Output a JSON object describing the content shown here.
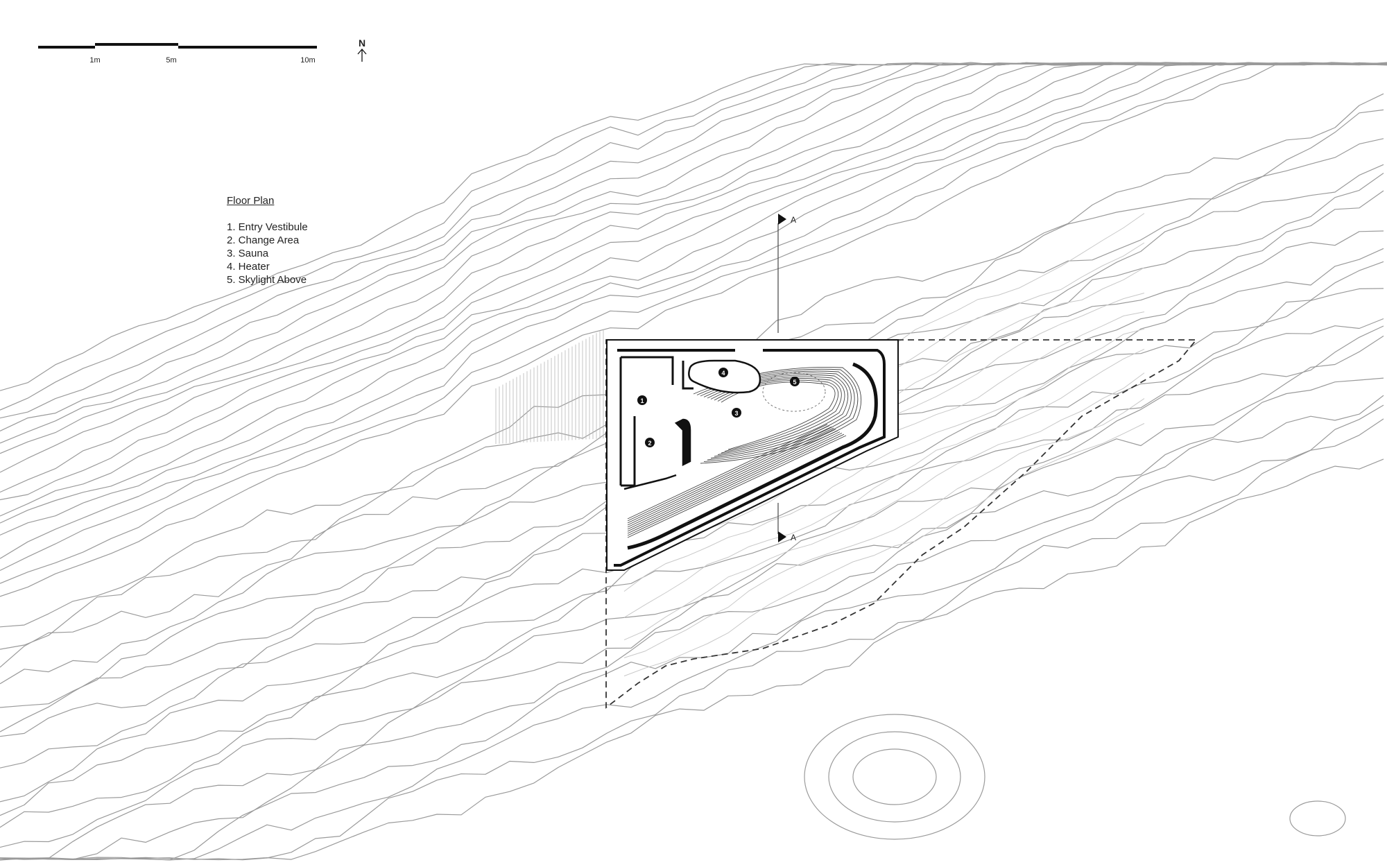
{
  "scale_bar": {
    "ticks": [
      "1m",
      "5m",
      "10m"
    ]
  },
  "north_arrow": {
    "label": "N"
  },
  "legend": {
    "title": "Floor Plan",
    "items": [
      "1. Entry Vestibule",
      "2. Change Area",
      "3. Sauna",
      "4. Heater",
      "5. Skylight Above"
    ]
  },
  "room_markers": [
    "1",
    "2",
    "3",
    "4",
    "5"
  ],
  "section_marks": [
    {
      "label": "A"
    },
    {
      "label": "A"
    }
  ],
  "colors": {
    "ink": "#111111",
    "contour": "#9a9a9a",
    "contour_light": "#c8c8c8",
    "background": "#ffffff"
  }
}
